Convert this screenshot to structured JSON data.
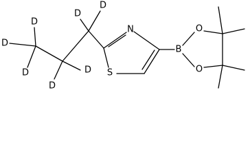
{
  "molecule": {
    "atom_labels": {
      "d1": "D",
      "d2": "D",
      "d3": "D",
      "d4": "D",
      "d5": "D",
      "d6": "D",
      "d7": "D",
      "n": "N",
      "s": "S",
      "b": "B",
      "o1": "O",
      "o2": "O"
    }
  }
}
